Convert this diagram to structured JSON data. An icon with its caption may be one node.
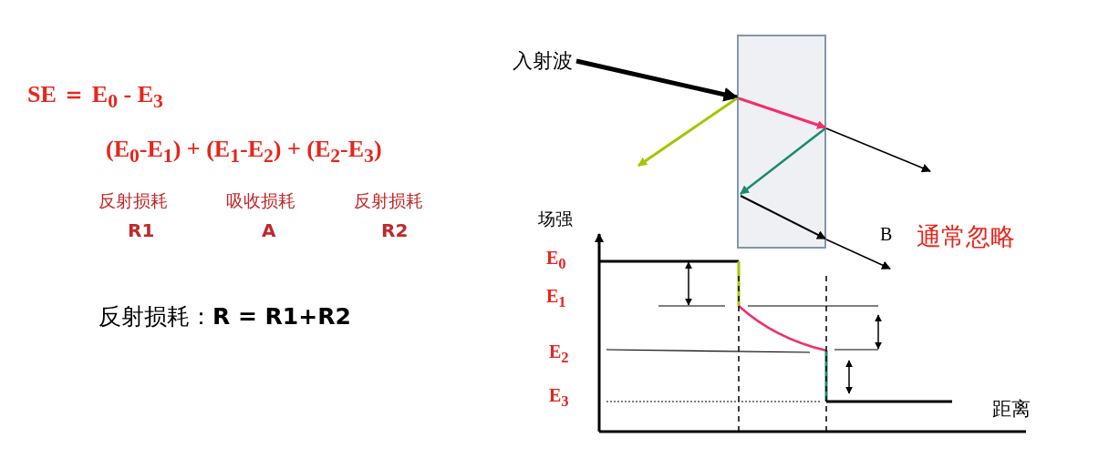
{
  "diagram": {
    "nodes": [
      {
        "text": [
          "入射波"
        ]
      },
      {
        "text": [],
        "shape": "box"
      }
    ],
    "edges": [
      {
        "from": 0,
        "to": 1,
        "arrow": "to",
        "style": "thick"
      },
      {
        "from": 1,
        "to": null,
        "arrow": "to",
        "color": "#a8c400"
      },
      {
        "from": 1,
        "to": null,
        "arrow": "to"
      },
      {
        "from": 1,
        "to": null,
        "arrow": "to"
      }
    ],
    "labels": [
      "SE ＝ E$_{0}$ - E$_{3}$",
      "(E$_{0}$-E$_{1}$)  + (E$_{1}$-E$_{2}$) + (E$_{2}$-E$_{3}$)",
      "反射损耗",
      "吸收损耗",
      "反射损耗",
      "R1",
      "A",
      "R2",
      "反射损耗：**R = R1+R2**",
      "场强",
      "B",
      "通常忽略",
      "E$_{0}$",
      "E$_{1}$",
      "E$_{2}$",
      "E$_{3}$",
      "距离"
    ]
  }
}
